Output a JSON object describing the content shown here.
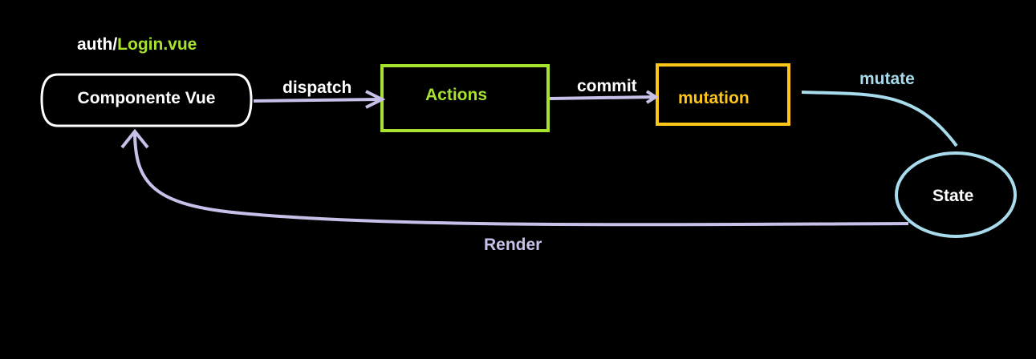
{
  "file": {
    "prefix": "auth/",
    "name": "Login.vue"
  },
  "nodes": {
    "component": "Componente Vue",
    "actions": "Actions",
    "mutation": "mutation",
    "state": "State"
  },
  "edges": {
    "dispatch": "dispatch",
    "commit": "commit",
    "mutate": "mutate",
    "render": "Render"
  },
  "colors": {
    "background": "#000000",
    "white": "#ffffff",
    "actions": "#a6e22e",
    "mutation": "#ffc61a",
    "state": "#a8dcec",
    "arrow": "#c8c0e8",
    "filename": "#a6e22e"
  }
}
